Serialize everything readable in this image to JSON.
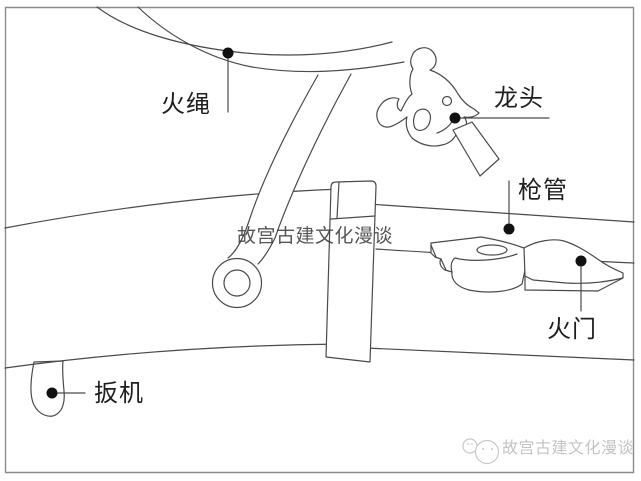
{
  "watermarks": {
    "center": "故宫古建文化漫谈",
    "bottom": "故宫古建文化漫谈"
  },
  "labels": {
    "match_cord": "火绳",
    "dragon_head": "龙头",
    "barrel": "枪管",
    "flash_vent": "火门",
    "trigger": "扳机"
  },
  "colors": {
    "background": "#ffffff",
    "line_art": "#4a4a4a",
    "frame": "#8a8a8a",
    "label_text": "#1f1f1f",
    "marker_dot": "#111111",
    "watermark_center": "#3f3f3f",
    "watermark_bottom": "#c4c4c4"
  }
}
